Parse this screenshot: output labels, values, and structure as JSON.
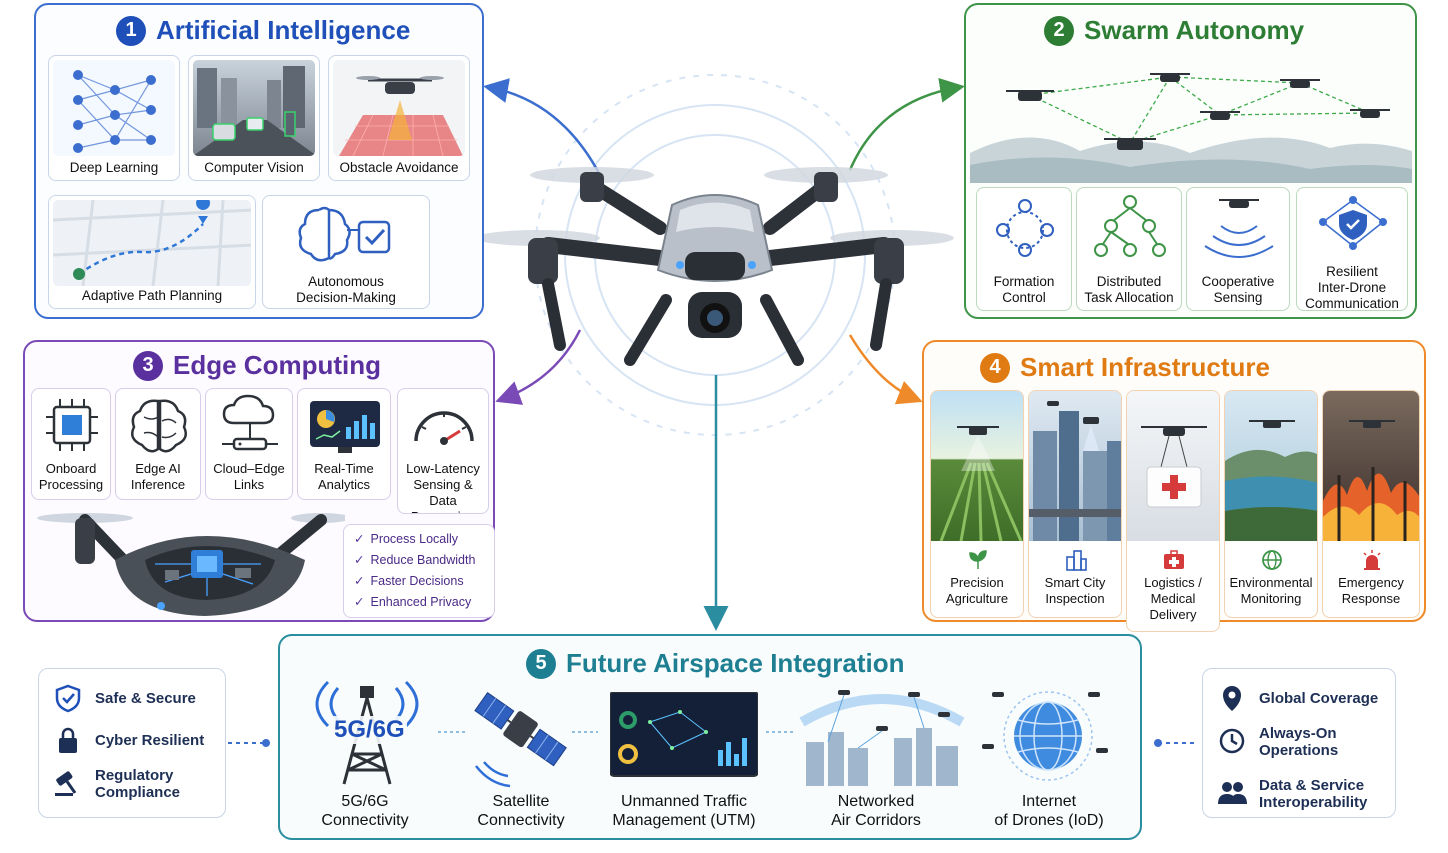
{
  "colors": {
    "ai": "#3b6ecf",
    "swarm": "#3e9447",
    "edge": "#7a4ab6",
    "infra": "#ee8a2a",
    "airspace": "#2a8ea0"
  },
  "ai": {
    "number": "1",
    "title": "Artificial Intelligence",
    "items": [
      "Deep Learning",
      "Computer Vision",
      "Obstacle Avoidance",
      "Adaptive Path Planning"
    ],
    "decision": {
      "line1": "Autonomous",
      "line2": "Decision-Making"
    }
  },
  "swarm": {
    "number": "2",
    "title": "Swarm Autonomy",
    "items": [
      {
        "line1": "Formation",
        "line2": "Control"
      },
      {
        "line1": "Distributed",
        "line2": "Task Allocation"
      },
      {
        "line1": "Cooperative",
        "line2": "Sensing"
      },
      {
        "line1": "Resilient",
        "line2": "Inter-Drone",
        "line3": "Communication"
      }
    ]
  },
  "edge": {
    "number": "3",
    "title": "Edge Computing",
    "items": [
      {
        "line1": "Onboard",
        "line2": "Processing"
      },
      {
        "line1": "Edge AI",
        "line2": "Inference"
      },
      {
        "line1": "Cloud–Edge",
        "line2": "Links"
      },
      {
        "line1": "Real-Time",
        "line2": "Analytics"
      },
      {
        "line1": "Low-Latency",
        "line2": "Sensing &",
        "line3": "Data Processing"
      }
    ],
    "benefits": [
      "Process Locally",
      "Reduce Bandwidth",
      "Faster Decisions",
      "Enhanced Privacy"
    ]
  },
  "infra": {
    "number": "4",
    "title": "Smart Infrastructure",
    "items": [
      {
        "line1": "Precision",
        "line2": "Agriculture",
        "icon": "sprout-icon"
      },
      {
        "line1": "Smart City",
        "line2": "Inspection",
        "icon": "buildings-icon"
      },
      {
        "line1": "Logistics /",
        "line2": "Medical",
        "line3": "Delivery",
        "icon": "medkit-icon"
      },
      {
        "line1": "Environmental",
        "line2": "Monitoring",
        "icon": "globe-icon"
      },
      {
        "line1": "Emergency",
        "line2": "Response",
        "icon": "siren-icon"
      }
    ]
  },
  "airspace": {
    "number": "5",
    "title": "Future Airspace Integration",
    "badge": "5G/6G",
    "items": [
      {
        "line1": "5G/6G",
        "line2": "Connectivity"
      },
      {
        "line1": "Satellite",
        "line2": "Connectivity"
      },
      {
        "line1": "Unmanned Traffic",
        "line2": "Management (UTM)"
      },
      {
        "line1": "Networked",
        "line2": "Air Corridors"
      },
      {
        "line1": "Internet",
        "line2": "of Drones (IoD)"
      }
    ]
  },
  "left_panel": {
    "items": [
      {
        "line1": "Safe & Secure",
        "icon": "shield-icon"
      },
      {
        "line1": "Cyber Resilient",
        "icon": "lock-icon"
      },
      {
        "line1": "Regulatory",
        "line2": "Compliance",
        "icon": "gavel-icon"
      }
    ]
  },
  "right_panel": {
    "items": [
      {
        "line1": "Global Coverage",
        "icon": "location-pin-icon"
      },
      {
        "line1": "Always-On",
        "line2": "Operations",
        "icon": "clock-icon"
      },
      {
        "line1": "Data & Service",
        "line2": "Interoperability",
        "icon": "people-icon"
      }
    ]
  }
}
